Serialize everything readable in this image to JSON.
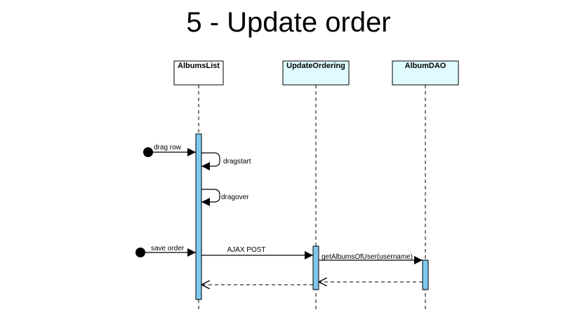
{
  "diagram": {
    "title": "5 - Update order",
    "participants": [
      {
        "id": "albums_list",
        "label": "AlbumsList",
        "fill": "#ffffff"
      },
      {
        "id": "update_ordering",
        "label": "UpdateOrdering",
        "fill": "#e0fbff"
      },
      {
        "id": "album_dao",
        "label": "AlbumDAO",
        "fill": "#e0fbff"
      }
    ],
    "messages": [
      {
        "id": "drag_row",
        "label": "drag row",
        "kind": "found",
        "to": "AlbumsList"
      },
      {
        "id": "dragstart",
        "label": "dragstart",
        "kind": "self",
        "on": "AlbumsList"
      },
      {
        "id": "dragover",
        "label": "dragover",
        "kind": "self",
        "on": "AlbumsList"
      },
      {
        "id": "save_order",
        "label": "save order",
        "kind": "found",
        "to": "AlbumsList"
      },
      {
        "id": "ajax_post",
        "label": "AJAX POST",
        "kind": "sync",
        "from": "AlbumsList",
        "to": "UpdateOrdering"
      },
      {
        "id": "get_albums",
        "label": "getAlbumsOfUser(username)",
        "kind": "sync",
        "from": "UpdateOrdering",
        "to": "AlbumDAO"
      },
      {
        "id": "return_dao",
        "label": "",
        "kind": "return",
        "from": "AlbumDAO",
        "to": "UpdateOrdering"
      },
      {
        "id": "return_update",
        "label": "",
        "kind": "return",
        "from": "UpdateOrdering",
        "to": "AlbumsList"
      }
    ],
    "colors": {
      "activation": "#7ec8ee",
      "line": "#000000",
      "background": "#ffffff"
    }
  }
}
